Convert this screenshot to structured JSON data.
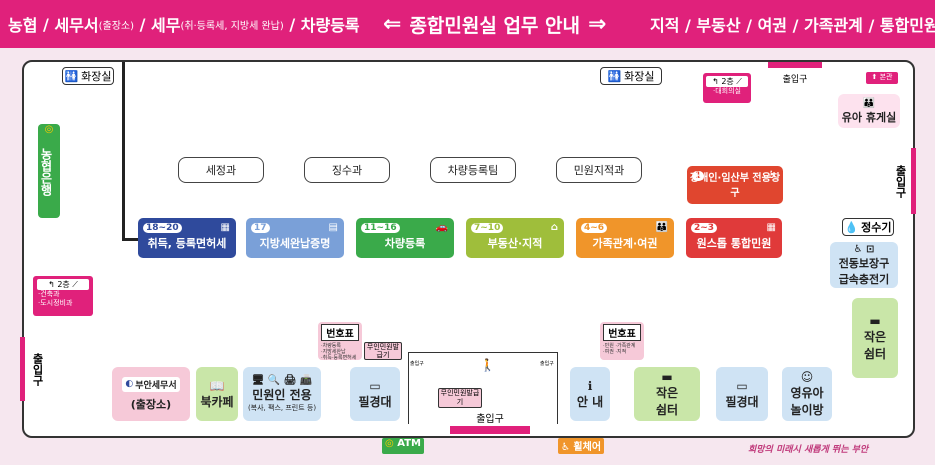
{
  "header": {
    "left_a": "농협",
    "left_b": "세무서",
    "left_b_sub": "(출장소)",
    "left_c": "세무",
    "left_c_sub": "(취·등록세, 지방세 완납)",
    "left_d": "차량등록",
    "center": "종합민원실 업무 안내",
    "right": "지적 / 부동산 / 여권 / 가족관계 / 통합민원",
    "arrow_left": "⇐",
    "arrow_right": "⇒"
  },
  "top_labels": [
    "세정과",
    "징수과",
    "차량등록팀",
    "민원지적과"
  ],
  "windows": [
    {
      "num": "18~20",
      "label": "취득, 등록면허세",
      "color": "#2f4a9c"
    },
    {
      "num": "17",
      "label": "지방세완납증명",
      "color": "#7aa0d8"
    },
    {
      "num": "11~16",
      "label": "차량등록",
      "color": "#3aaa4a"
    },
    {
      "num": "7~10",
      "label": "부동산·지적",
      "color": "#9fbe3b"
    },
    {
      "num": "4~6",
      "label": "가족관계·여권",
      "color": "#f0952a"
    },
    {
      "num": "2~3",
      "label": "원스톱 통합민원",
      "color": "#e03a3a"
    }
  ],
  "special_window": {
    "num": "1",
    "label": "장애인·임산부 전용창구"
  },
  "restroom_left": "화장실",
  "restroom_right": "화장실",
  "second_floor_top": {
    "label": "2층",
    "note": "·대회의실"
  },
  "second_floor_left": {
    "label": "2층",
    "notes": [
      "·건축과",
      "·도시정비과"
    ]
  },
  "bank": "농협은행",
  "entrance": "출입구",
  "main_entrance": "출입구",
  "baby_room": "유아 휴게실",
  "water": "정수기",
  "charger": "전동보장구 급속충전기",
  "rest_right": "작은 쉼터",
  "ticket_left": {
    "label": "번호표",
    "notes": [
      "·차량등록",
      "·지방세완납",
      "·취득·등록면허세"
    ]
  },
  "ticket_right": {
    "label": "번호표",
    "notes": [
      "·민원",
      "·가족관계",
      "·여권",
      "·지적"
    ]
  },
  "unmanned": "무인민원발급기",
  "unmanned_top": "무인민원발급기",
  "tax_office": {
    "name": "부안세무서",
    "sub": "(출장소)"
  },
  "book_cafe": "북카페",
  "civil_use": {
    "title": "민원인 전용",
    "sub": "(복사, 팩스, 프린트 등)"
  },
  "writing_left": "필경대",
  "info": "안 내",
  "rest_mid": "작은 쉼터",
  "writing_right": "필경대",
  "kids": "영유아 놀이방",
  "atm": "ATM",
  "wheelchair": "휠체어",
  "inner_door": "출입구",
  "slogan": "희망의 미래시 새롭게 뛰는 부안",
  "north_tag": "본관"
}
